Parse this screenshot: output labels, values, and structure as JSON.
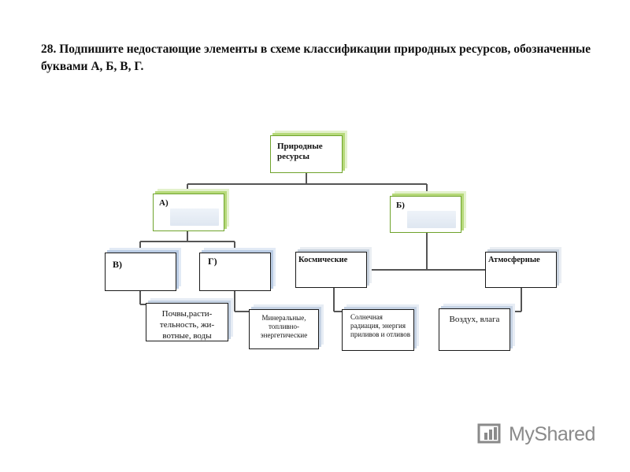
{
  "title": "28. Подпишите недостающие элементы в схеме классификации природных ресурсов, обозначенные буквами А, Б, В, Г.",
  "diagram": {
    "root": "Природные ресурсы",
    "a": "А)",
    "b": "Б)",
    "v": "В)",
    "g": "Г)",
    "cosmic": "Космические",
    "atmo": "Атмосферные",
    "leaf_soil": "Почвы,расти-тельность, жи-вотные, воды",
    "leaf_mineral": "Минеральные, топливно-энергетические",
    "leaf_solar": "Солнечная радиация, энергия приливов и отливов",
    "leaf_air": "Воздух, влага"
  },
  "watermark": "MyShared"
}
